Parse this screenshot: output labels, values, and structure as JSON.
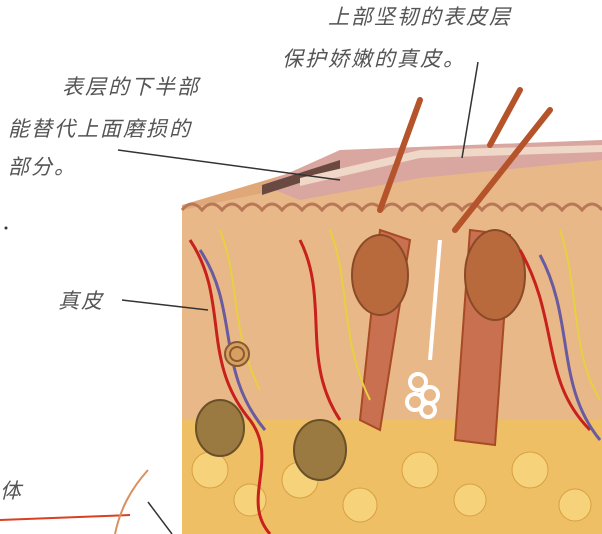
{
  "labels": {
    "top_line_1": "上部坚韧的表皮层",
    "top_line_2": "保护娇嫩的真皮。",
    "mid_line_1": "表层的下半部",
    "mid_line_2": "能替代上面磨损的",
    "mid_line_3": "部分。",
    "dermis": "真皮",
    "body_fragment": "体"
  },
  "colors": {
    "background": "#ffffff",
    "label_text": "#555555",
    "leader_line": "#333333",
    "dermis_fill": "#e8b888",
    "epidermis_fill": "#d9a6a0",
    "fat_fill": "#f0c060",
    "blood_vessel_red": "#c8201c",
    "blood_vessel_blue": "#6a5aa0",
    "hair_shaft": "#b5542a",
    "nerve_yellow": "#e8d040"
  }
}
